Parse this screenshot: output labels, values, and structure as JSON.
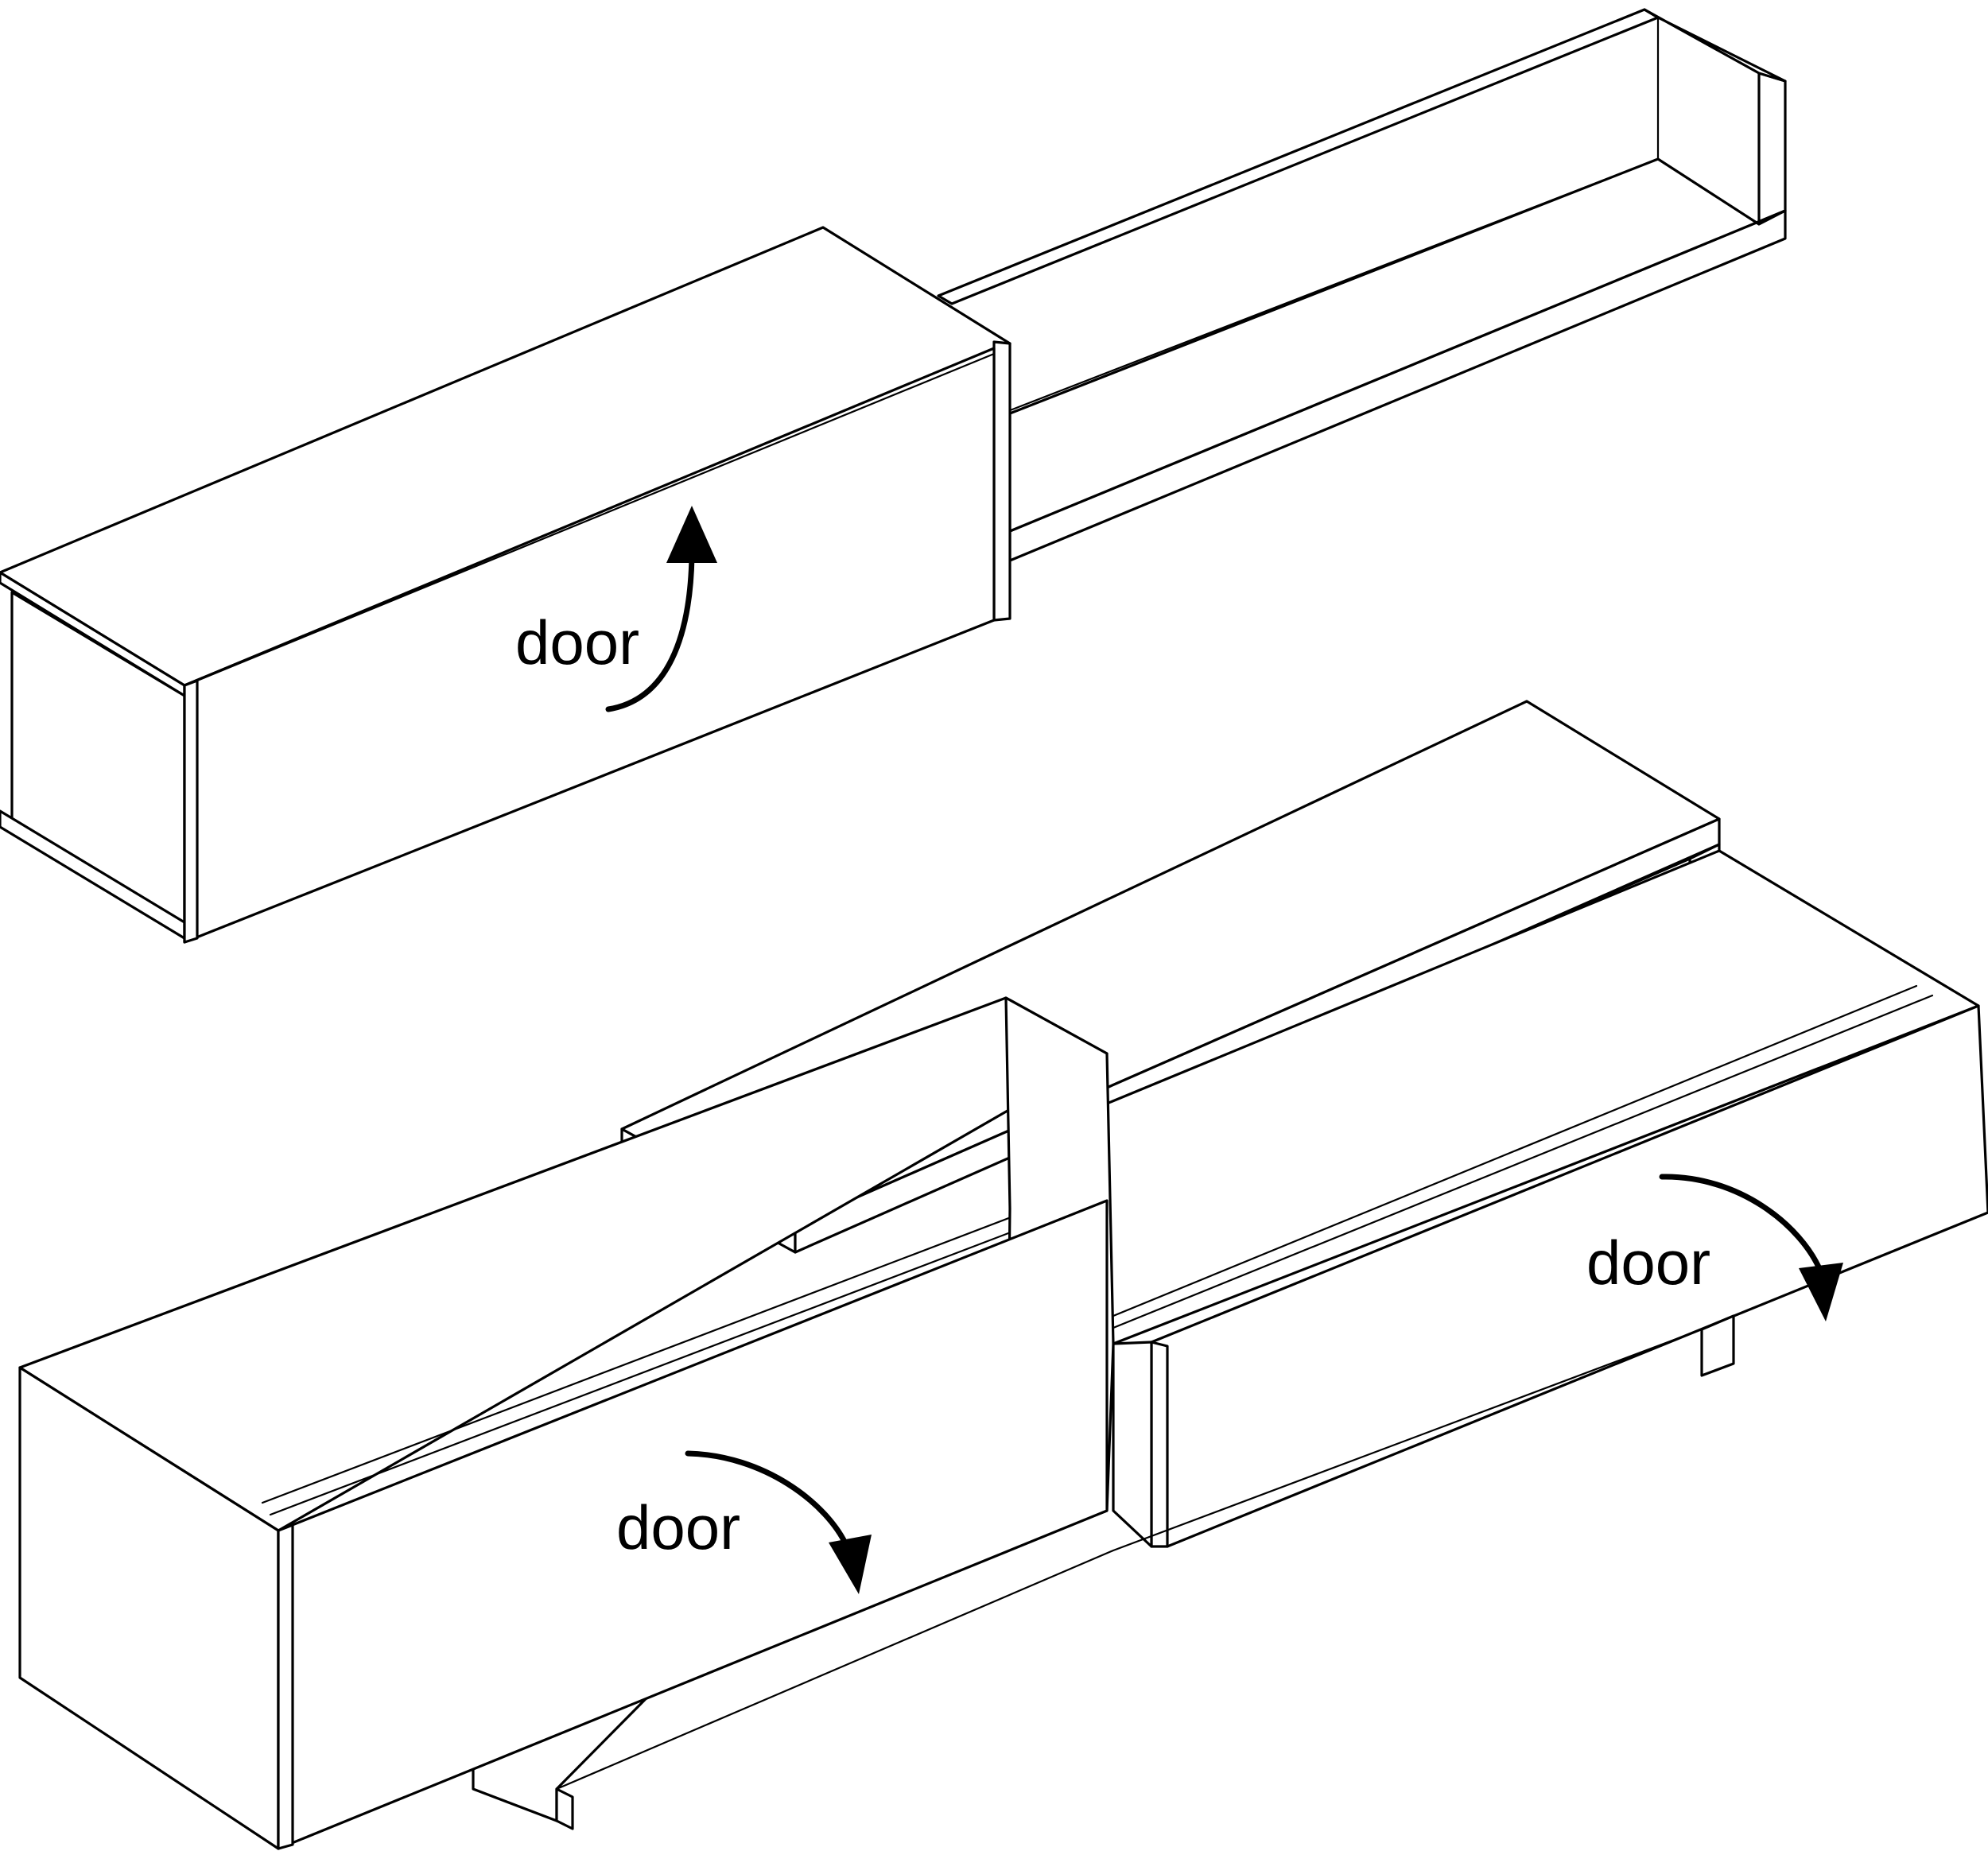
{
  "labels": {
    "upper_cabinet_door": "door",
    "lower_left_door": "door",
    "lower_right_door": "door"
  },
  "colors": {
    "stroke": "#000000",
    "fill": "#ffffff"
  }
}
